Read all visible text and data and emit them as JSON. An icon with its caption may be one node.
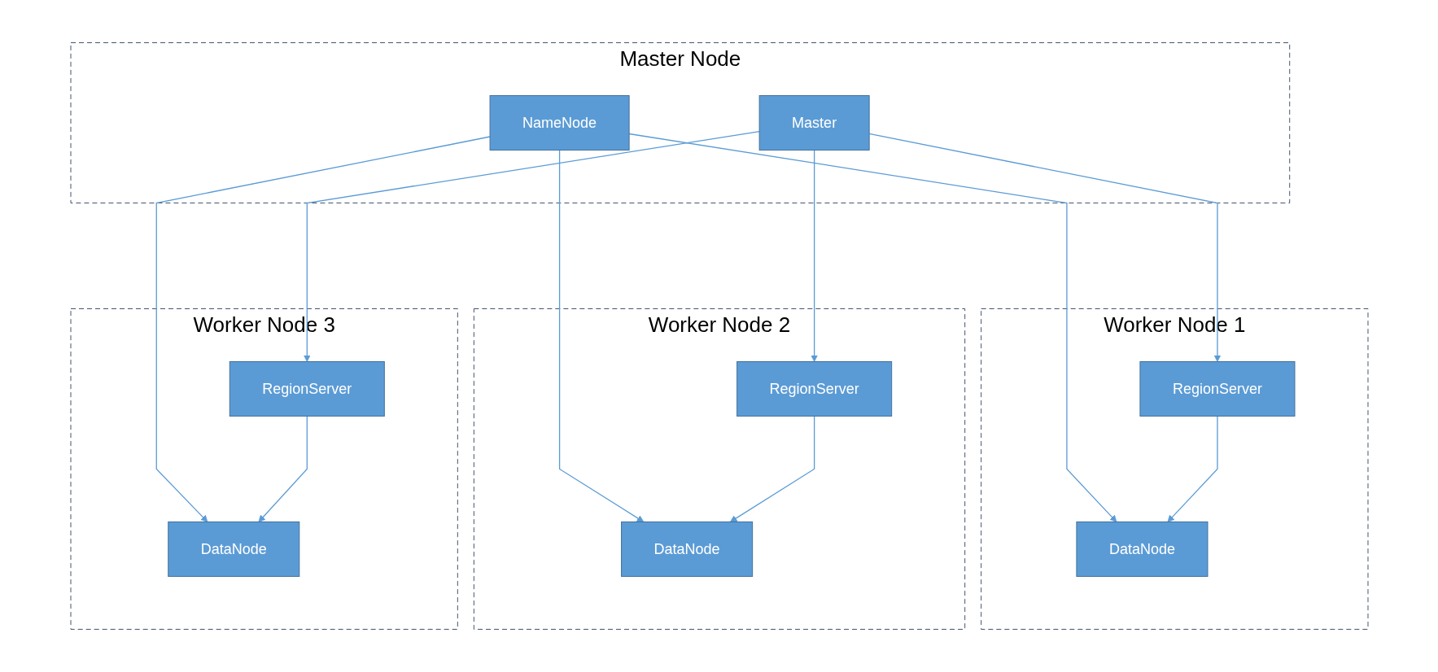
{
  "diagram": {
    "nodes": [
      {
        "text": [
          "Master Node"
        ]
      },
      {
        "text": [
          "Master"
        ],
        "in": 0
      },
      {
        "text": [
          "NameNode"
        ],
        "in": 0
      },
      {
        "text": [
          "Worker Node 1"
        ]
      },
      {
        "text": [
          "RegionServer"
        ],
        "in": 3
      },
      {
        "text": [
          "DataNode"
        ],
        "in": 3
      },
      {
        "text": [
          "Worker Node 2"
        ]
      },
      {
        "text": [
          "RegionServer"
        ],
        "in": 6
      },
      {
        "text": [
          "DataNode"
        ],
        "in": 6
      },
      {
        "text": [
          "Worker Node 3"
        ]
      },
      {
        "text": [
          "RegionServer"
        ],
        "in": 9
      },
      {
        "text": [
          "DataNode"
        ],
        "in": 9
      }
    ],
    "edges": [
      {
        "from": 1,
        "to": 4,
        "arrow": "to"
      },
      {
        "from": 2,
        "to": 5,
        "arrow": "to"
      },
      {
        "from": 1,
        "to": 7,
        "arrow": "to"
      },
      {
        "from": 2,
        "to": 8,
        "arrow": "to"
      },
      {
        "from": 1,
        "to": 10,
        "arrow": "to"
      },
      {
        "from": 2,
        "to": 11,
        "arrow": "to"
      },
      {
        "from": 4,
        "to": 5,
        "arrow": "to"
      },
      {
        "from": 7,
        "to": 8,
        "arrow": "to"
      },
      {
        "from": 10,
        "to": 11,
        "arrow": "to"
      }
    ]
  }
}
